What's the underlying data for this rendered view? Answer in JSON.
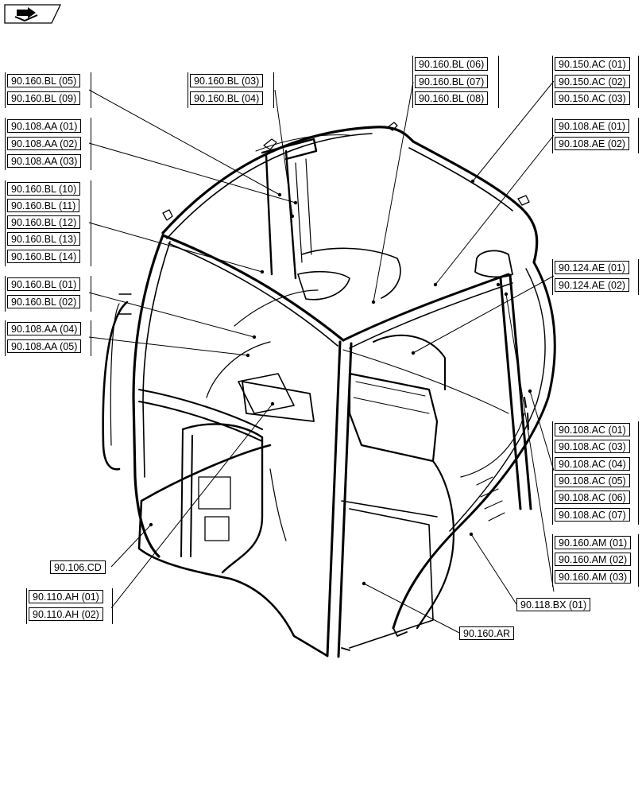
{
  "palette": {
    "ink": "#000000",
    "paper": "#ffffff",
    "shade": "#bdbdbd"
  },
  "nav_icon": "book-arrow-icon",
  "labels": {
    "bl05": "90.160.BL (05)",
    "bl09": "90.160.BL (09)",
    "aa01": "90.108.AA (01)",
    "aa02": "90.108.AA (02)",
    "aa03": "90.108.AA (03)",
    "bl10": "90.160.BL (10)",
    "bl11": "90.160.BL (11)",
    "bl12": "90.160.BL (12)",
    "bl13": "90.160.BL (13)",
    "bl14": "90.160.BL (14)",
    "bl01": "90.160.BL (01)",
    "bl02": "90.160.BL (02)",
    "aa04": "90.108.AA (04)",
    "aa05": "90.108.AA (05)",
    "bl03": "90.160.BL (03)",
    "bl04": "90.160.BL (04)",
    "bl06": "90.160.BL (06)",
    "bl07": "90.160.BL (07)",
    "bl08": "90.160.BL (08)",
    "ac01": "90.150.AC (01)",
    "ac02": "90.150.AC (02)",
    "ac03": "90.150.AC (03)",
    "ae01": "90.108.AE (01)",
    "ae02": "90.108.AE (02)",
    "ae124_01": "90.124.AE (01)",
    "ae124_02": "90.124.AE (02)",
    "c108_01": "90.108.AC (01)",
    "c108_03": "90.108.AC (03)",
    "c108_04": "90.108.AC (04)",
    "c108_05": "90.108.AC (05)",
    "c108_06": "90.108.AC (06)",
    "c108_07": "90.108.AC (07)",
    "am01": "90.160.AM (01)",
    "am02": "90.160.AM (02)",
    "am03": "90.160.AM (03)",
    "bx01": "90.118.BX (01)",
    "cd": "90.106.CD",
    "ah01": "90.110.AH (01)",
    "ah02": "90.110.AH (02)",
    "ar": "90.160.AR"
  }
}
